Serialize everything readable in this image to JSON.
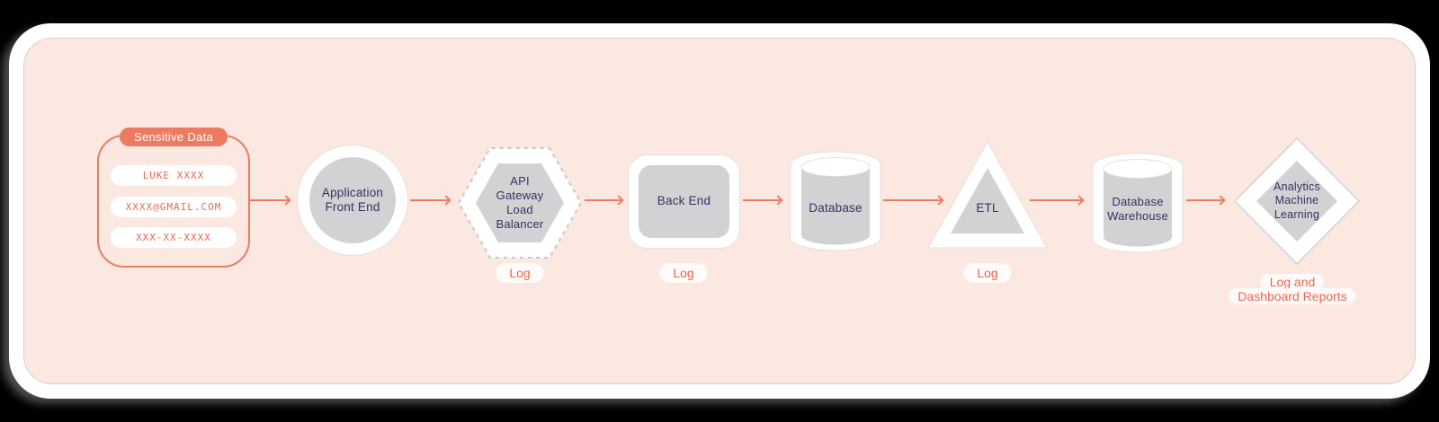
{
  "sensitive_data": {
    "header": "Sensitive Data",
    "items": [
      "LUKE XXXX",
      "XXXX@GMAIL.COM",
      "XXX-XX-XXXX"
    ]
  },
  "nodes": {
    "application_front_end": {
      "lines": [
        "Application",
        "Front End"
      ]
    },
    "api_gateway_load_balancer": {
      "lines": [
        "API",
        "Gateway",
        "Load",
        "Balancer"
      ]
    },
    "back_end": {
      "label": "Back End"
    },
    "database": {
      "label": "Database"
    },
    "etl": {
      "label": "ETL"
    },
    "database_warehouse": {
      "lines": [
        "Database",
        "Warehouse"
      ]
    },
    "analytics_machine_learning": {
      "lines": [
        "Analytics",
        "Machine",
        "Learning"
      ]
    }
  },
  "annotations": {
    "api_gateway_log": "Log",
    "back_end_log": "Log",
    "etl_log": "Log",
    "analytics_log": {
      "lines": [
        "Log and",
        "Dashboard Reports"
      ]
    }
  },
  "colors": {
    "accent_coral": "#EE7B61",
    "coral_text": "#EB674C",
    "canvas_pink": "#FAE8E1",
    "shape_gray": "#D2D2D4",
    "label_navy": "#363160",
    "shape_white": "#FFFFFF"
  }
}
